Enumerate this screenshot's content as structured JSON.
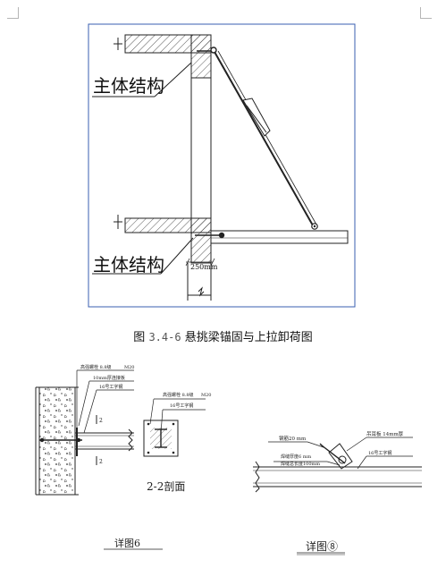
{
  "figure_main": {
    "label_top": "主体结构",
    "label_bottom": "主体结构",
    "dimension": "250mm",
    "caption_prefix": "图",
    "caption_number": "3.4-6",
    "caption_text": "悬挑梁锚固与上拉卸荷图"
  },
  "detail6": {
    "note_bolt": "高强螺栓 8.8级",
    "note_bolt_size": "M20",
    "note_plate": "10mm厚连接板",
    "note_beam": "16号工字钢",
    "mark_2_top": "2",
    "mark_2_bottom": "2",
    "section_note_bolt": "高强螺栓 8.8级",
    "section_note_size": "M20",
    "section_note_beam": "16号工字钢",
    "section_title": "2-2剖面",
    "title": "详图6"
  },
  "detail8": {
    "note_rebar": "钢筋20 mm",
    "note_lug": "吊耳板 14mm厚",
    "note_weld_thick": "焊缝厚度6 mm",
    "note_weld_len": "焊缝总长度100mm",
    "note_beam": "16号工字钢",
    "title": "详图⑧"
  }
}
